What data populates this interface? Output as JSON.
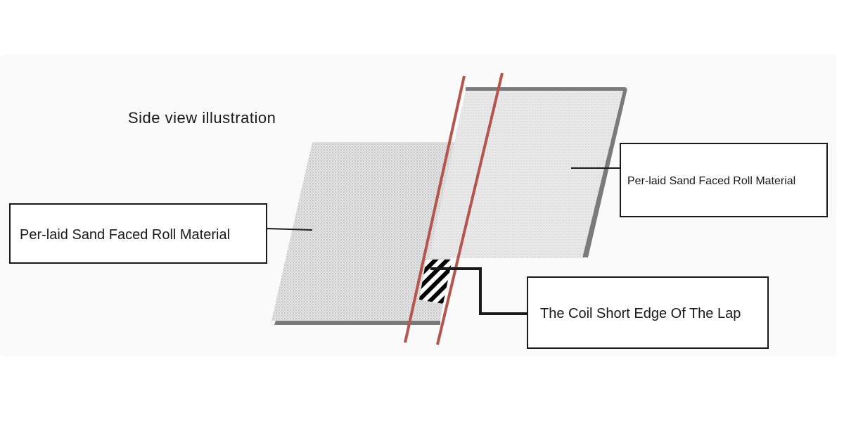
{
  "diagram": {
    "heading": "Side view illustration",
    "labels": {
      "left_material": "Per-laid Sand Faced Roll Material",
      "right_material": "Per-laid Sand Faced Roll Material",
      "lap_edge": "The Coil Short Edge Of The Lap"
    },
    "colors": {
      "background_panel": "#fafafa",
      "sheet_fill": "#d8d8d8",
      "sheet_edge": "#7a7a7a",
      "red_lines": "#b5554e",
      "box_stroke": "#1a1a1a",
      "leader": "#1a1a1a"
    }
  }
}
